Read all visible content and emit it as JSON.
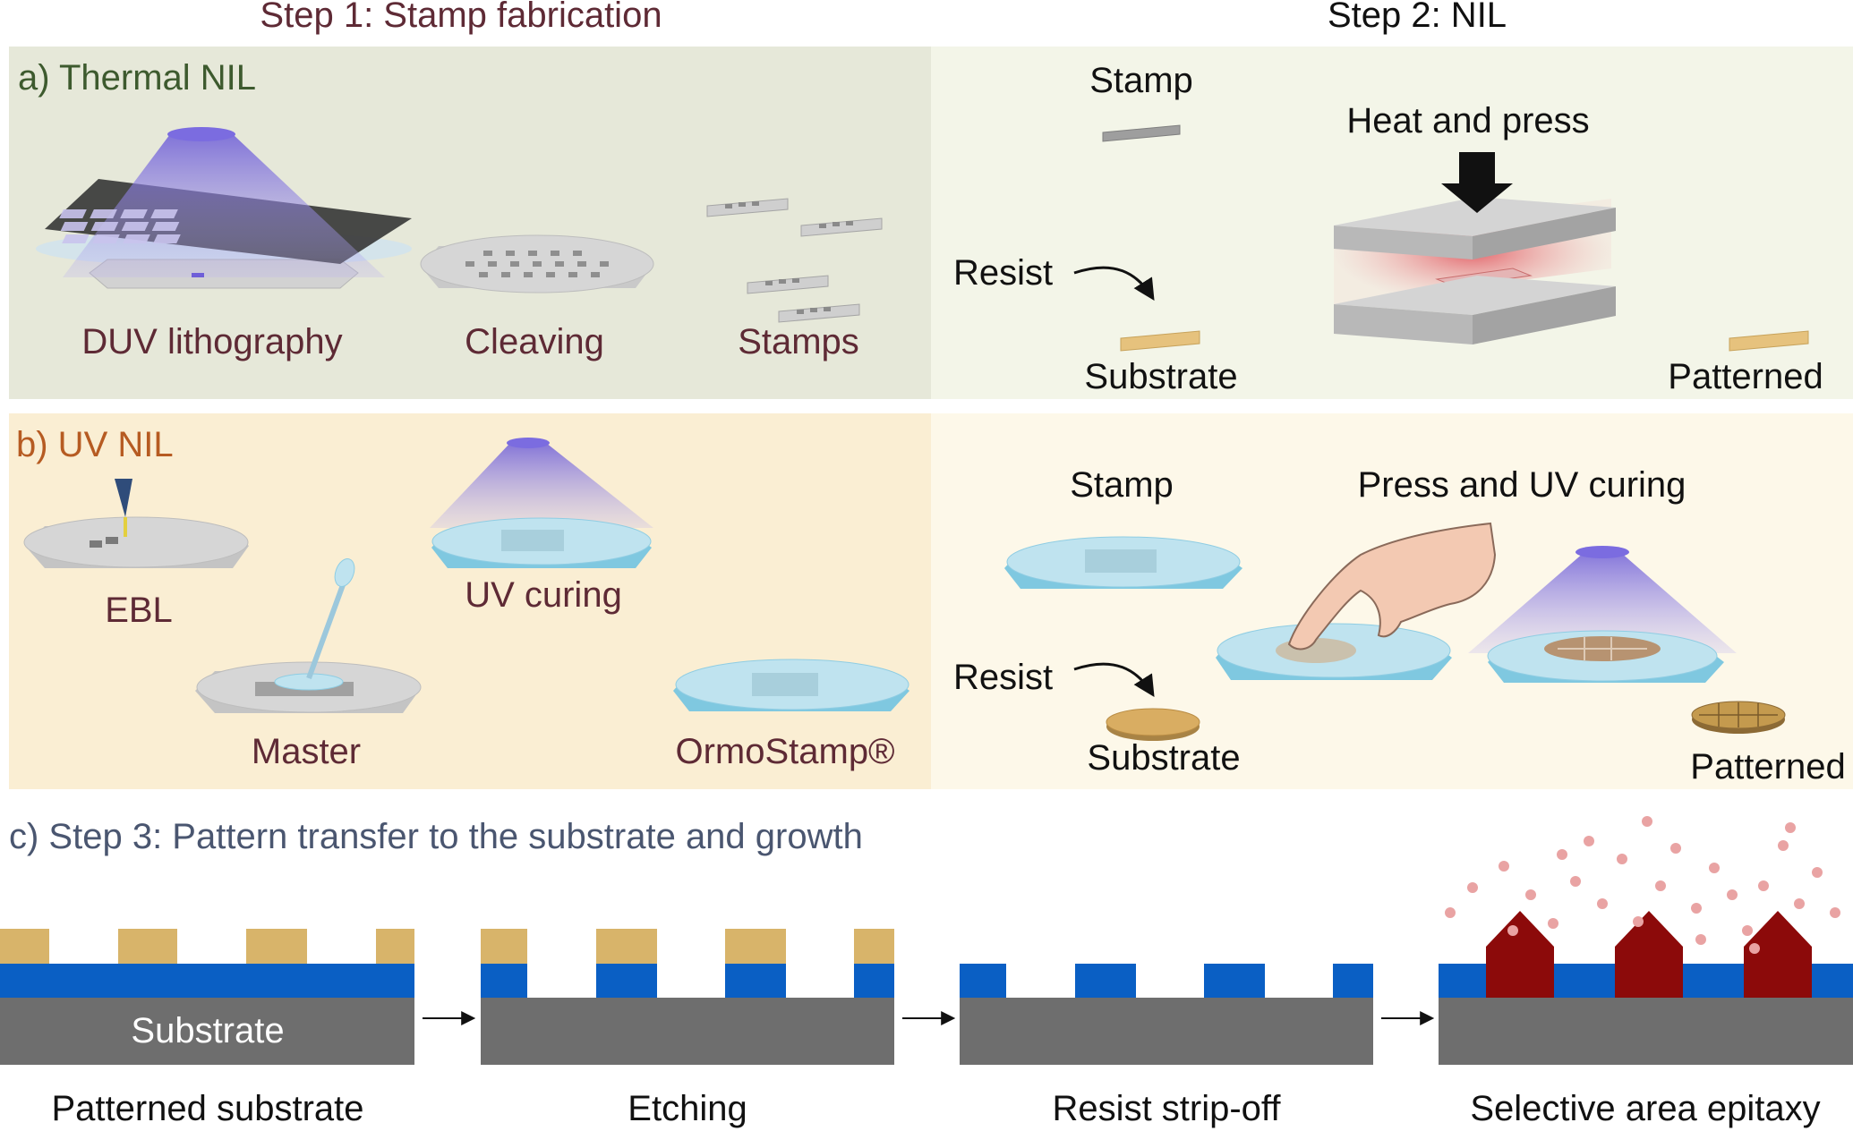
{
  "headers": {
    "step1": "Step 1: Stamp fabrication",
    "step2": "Step 2: NIL"
  },
  "panel_a": {
    "title": "a) Thermal NIL",
    "labels": {
      "duv": "DUV lithography",
      "cleaving": "Cleaving",
      "stamps": "Stamps",
      "stamp": "Stamp",
      "heat_press": "Heat and press",
      "resist": "Resist",
      "substrate": "Substrate",
      "patterned": "Patterned"
    }
  },
  "panel_b": {
    "title": "b) UV NIL",
    "labels": {
      "ebl": "EBL",
      "uv_curing": "UV curing",
      "master": "Master",
      "ormostamp": "OrmoStamp®",
      "stamp": "Stamp",
      "press_uv": "Press and UV curing",
      "resist": "Resist",
      "substrate": "Substrate",
      "patterned": "Patterned"
    }
  },
  "panel_c": {
    "title": "c) Step 3: Pattern transfer to the substrate and growth",
    "substrate_label": "Substrate",
    "stages": [
      "Patterned substrate",
      "Etching",
      "Resist strip-off",
      "Selective area epitaxy"
    ]
  },
  "colors": {
    "panel_a_left": "#e6e8d9",
    "panel_a_right": "#f3f5e8",
    "panel_b_left": "#faeed3",
    "panel_b_right": "#fdf8e9",
    "resist": "#d8b46a",
    "mask": "#0a5fc4",
    "substrate": "#6e6e6e",
    "nanostructure": "#8c0a0a",
    "uv_light": "#8a78e0",
    "ormostamp": "#bfe3ef",
    "wafer": "#d6d6d6"
  }
}
